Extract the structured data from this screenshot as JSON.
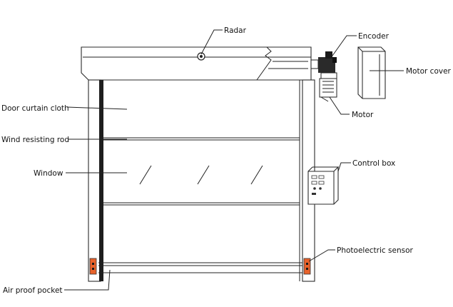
{
  "labels": {
    "radar": "Radar",
    "encoder": "Encoder",
    "motor_cover": "Motor cover",
    "motor": "Motor",
    "door_curtain_cloth": "Door curtain cloth",
    "wind_resisting_rod": "Wind resisting rod",
    "window": "Window",
    "control_box": "Control box",
    "photoelectric_sensor": "Photoelectric sensor",
    "air_proof_pocket": "Air proof pocket"
  },
  "colors": {
    "line": "#2b2b2b",
    "sensor_orange": "#e8622a",
    "background": "#ffffff"
  }
}
